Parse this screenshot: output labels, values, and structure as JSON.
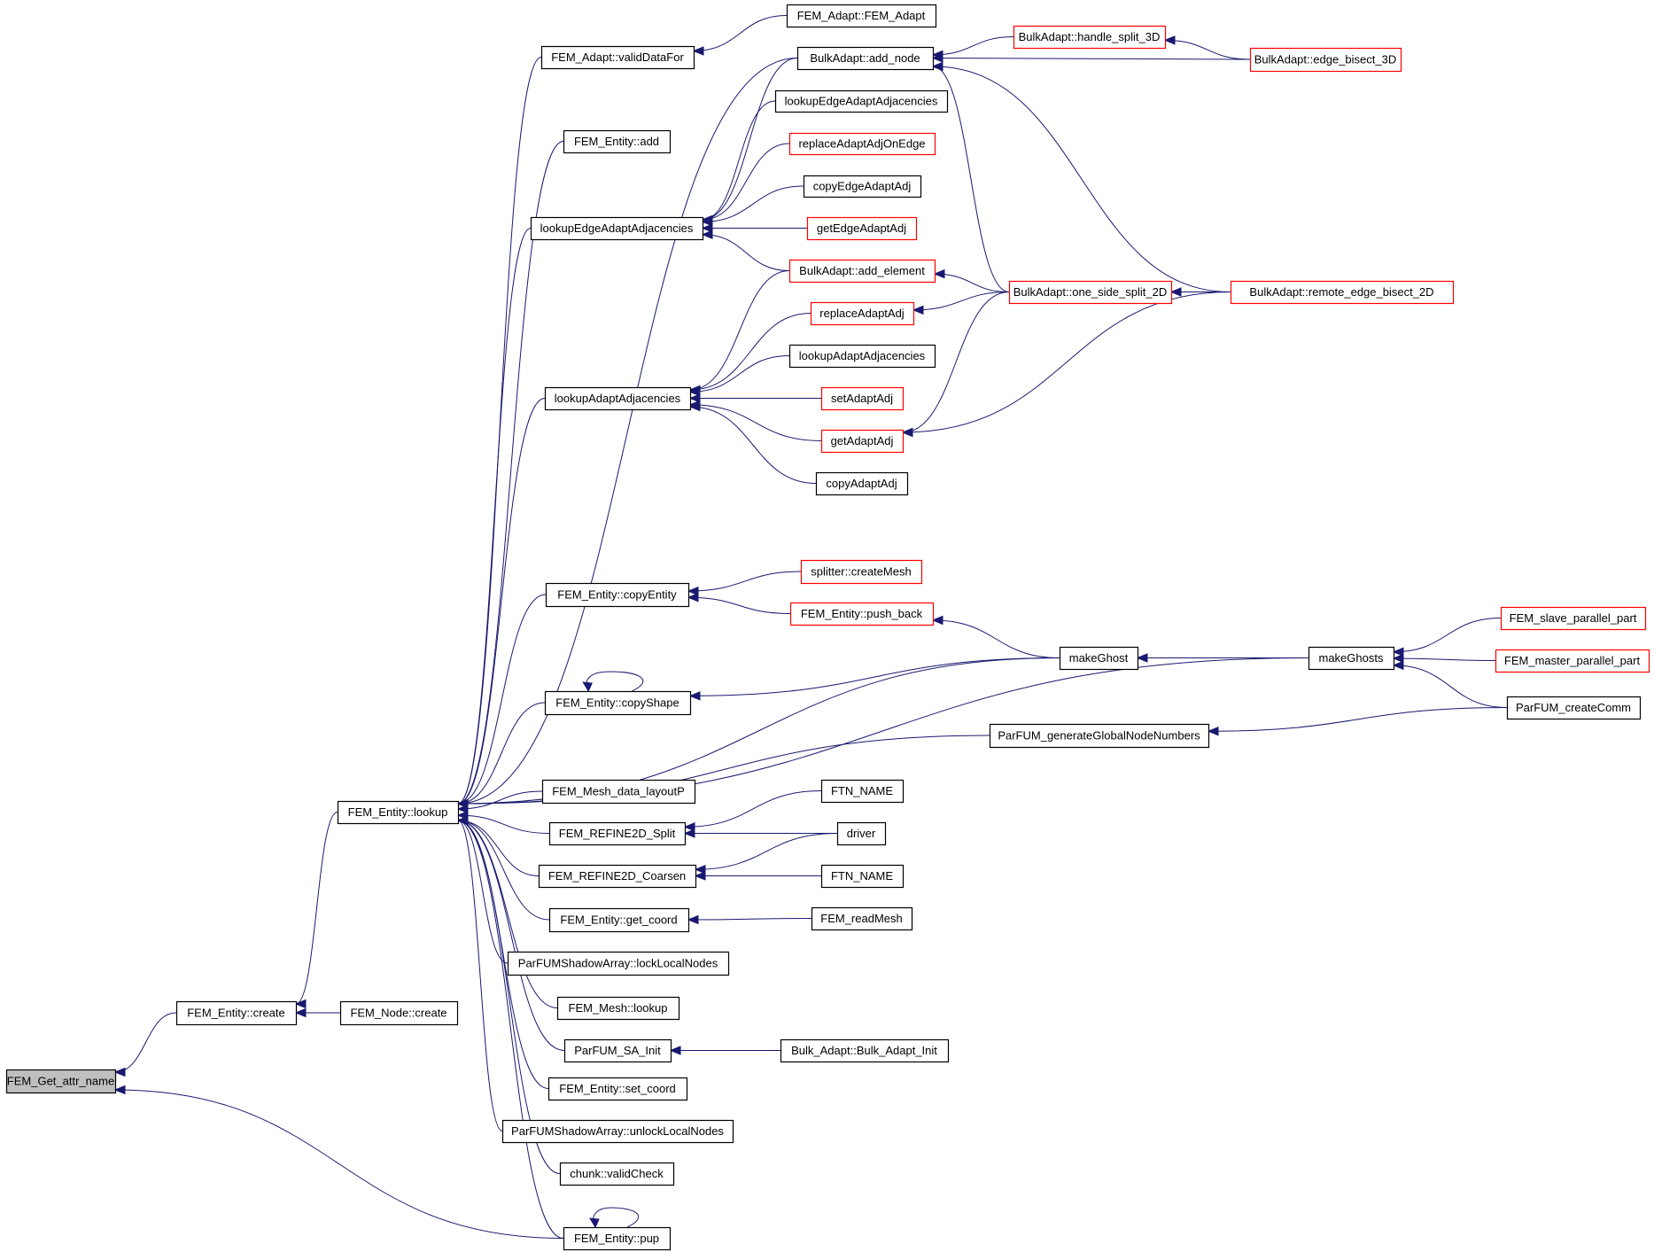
{
  "diagram": {
    "type": "doxygen-caller-graph",
    "focus_node": "FEM_Get_attr_name",
    "colors": {
      "edge": "#191970",
      "focus_fill": "#bfbfbf",
      "normal_border": "#000000",
      "truncated_border": "#ff0000",
      "background": "#ffffff"
    },
    "nodes": [
      {
        "id": "get_attr_name",
        "label": "FEM_Get_attr_name",
        "style": "focus"
      },
      {
        "id": "entity_create",
        "label": "FEM_Entity::create",
        "style": "normal"
      },
      {
        "id": "node_create",
        "label": "FEM_Node::create",
        "style": "normal"
      },
      {
        "id": "entity_lookup",
        "label": "FEM_Entity::lookup",
        "style": "normal"
      },
      {
        "id": "entity_pup",
        "label": "FEM_Entity::pup",
        "style": "normal"
      },
      {
        "id": "adapt_validdatafor",
        "label": "FEM_Adapt::validDataFor",
        "style": "normal"
      },
      {
        "id": "adapt_ctor",
        "label": "FEM_Adapt::FEM_Adapt",
        "style": "normal"
      },
      {
        "id": "entity_add",
        "label": "FEM_Entity::add",
        "style": "normal"
      },
      {
        "id": "bulk_add_node",
        "label": "BulkAdapt::add_node",
        "style": "normal"
      },
      {
        "id": "handle_split_3d",
        "label": "BulkAdapt::handle_split_3D",
        "style": "truncated"
      },
      {
        "id": "edge_bisect_3d",
        "label": "BulkAdapt::edge_bisect_3D",
        "style": "truncated"
      },
      {
        "id": "lookup_edge_adj_l",
        "label": "lookupEdgeAdaptAdjacencies",
        "style": "normal"
      },
      {
        "id": "lookup_edge_adj_r",
        "label": "lookupEdgeAdaptAdjacencies",
        "style": "normal"
      },
      {
        "id": "replace_adj_on_edge",
        "label": "replaceAdaptAdjOnEdge",
        "style": "truncated"
      },
      {
        "id": "copy_edge_adj",
        "label": "copyEdgeAdaptAdj",
        "style": "normal"
      },
      {
        "id": "get_edge_adj",
        "label": "getEdgeAdaptAdj",
        "style": "truncated"
      },
      {
        "id": "bulk_add_element",
        "label": "BulkAdapt::add_element",
        "style": "truncated"
      },
      {
        "id": "one_side_split_2d",
        "label": "BulkAdapt::one_side_split_2D",
        "style": "truncated"
      },
      {
        "id": "remote_edge_bisect_2d",
        "label": "BulkAdapt::remote_edge_bisect_2D",
        "style": "truncated"
      },
      {
        "id": "replace_adj",
        "label": "replaceAdaptAdj",
        "style": "truncated"
      },
      {
        "id": "lookup_adj_l",
        "label": "lookupAdaptAdjacencies",
        "style": "normal"
      },
      {
        "id": "lookup_adj_r",
        "label": "lookupAdaptAdjacencies",
        "style": "normal"
      },
      {
        "id": "set_adj",
        "label": "setAdaptAdj",
        "style": "truncated"
      },
      {
        "id": "get_adj",
        "label": "getAdaptAdj",
        "style": "truncated"
      },
      {
        "id": "copy_adj",
        "label": "copyAdaptAdj",
        "style": "normal"
      },
      {
        "id": "copy_entity",
        "label": "FEM_Entity::copyEntity",
        "style": "normal"
      },
      {
        "id": "splitter_createmesh",
        "label": "splitter::createMesh",
        "style": "truncated"
      },
      {
        "id": "push_back",
        "label": "FEM_Entity::push_back",
        "style": "truncated"
      },
      {
        "id": "make_ghost",
        "label": "makeGhost",
        "style": "normal"
      },
      {
        "id": "make_ghosts",
        "label": "makeGhosts",
        "style": "normal"
      },
      {
        "id": "slave_parallel_part",
        "label": "FEM_slave_parallel_part",
        "style": "truncated"
      },
      {
        "id": "master_parallel_part",
        "label": "FEM_master_parallel_part",
        "style": "truncated"
      },
      {
        "id": "create_comm",
        "label": "ParFUM_createComm",
        "style": "normal"
      },
      {
        "id": "copy_shape",
        "label": "FEM_Entity::copyShape",
        "style": "normal"
      },
      {
        "id": "gen_global_node_numbers",
        "label": "ParFUM_generateGlobalNodeNumbers",
        "style": "normal"
      },
      {
        "id": "mesh_data_layoutp",
        "label": "FEM_Mesh_data_layoutP",
        "style": "normal"
      },
      {
        "id": "refine_split",
        "label": "FEM_REFINE2D_Split",
        "style": "normal"
      },
      {
        "id": "ftn_name_1",
        "label": "FTN_NAME",
        "style": "normal"
      },
      {
        "id": "driver",
        "label": "driver",
        "style": "normal"
      },
      {
        "id": "refine_coarsen",
        "label": "FEM_REFINE2D_Coarsen",
        "style": "normal"
      },
      {
        "id": "ftn_name_2",
        "label": "FTN_NAME",
        "style": "normal"
      },
      {
        "id": "get_coord",
        "label": "FEM_Entity::get_coord",
        "style": "normal"
      },
      {
        "id": "read_mesh",
        "label": "FEM_readMesh",
        "style": "normal"
      },
      {
        "id": "lock_local_nodes",
        "label": "ParFUMShadowArray::lockLocalNodes",
        "style": "normal"
      },
      {
        "id": "mesh_lookup",
        "label": "FEM_Mesh::lookup",
        "style": "normal"
      },
      {
        "id": "sa_init",
        "label": "ParFUM_SA_Init",
        "style": "normal"
      },
      {
        "id": "bulk_adapt_init",
        "label": "Bulk_Adapt::Bulk_Adapt_Init",
        "style": "normal"
      },
      {
        "id": "set_coord",
        "label": "FEM_Entity::set_coord",
        "style": "normal"
      },
      {
        "id": "unlock_local_nodes",
        "label": "ParFUMShadowArray::unlockLocalNodes",
        "style": "normal"
      },
      {
        "id": "valid_check",
        "label": "chunk::validCheck",
        "style": "normal"
      }
    ],
    "edges": [
      {
        "from": "entity_create",
        "to": "get_attr_name"
      },
      {
        "from": "entity_pup",
        "to": "get_attr_name"
      },
      {
        "from": "node_create",
        "to": "entity_create"
      },
      {
        "from": "entity_lookup",
        "to": "entity_create"
      },
      {
        "from": "entity_pup",
        "to": "entity_pup"
      },
      {
        "from": "copy_shape",
        "to": "copy_shape"
      },
      {
        "from": "adapt_validdatafor",
        "to": "entity_lookup"
      },
      {
        "from": "entity_add",
        "to": "entity_lookup"
      },
      {
        "from": "bulk_add_node",
        "to": "entity_lookup"
      },
      {
        "from": "lookup_edge_adj_l",
        "to": "entity_lookup"
      },
      {
        "from": "lookup_adj_l",
        "to": "entity_lookup"
      },
      {
        "from": "make_ghosts",
        "to": "entity_lookup"
      },
      {
        "from": "copy_entity",
        "to": "entity_lookup"
      },
      {
        "from": "make_ghost",
        "to": "entity_lookup"
      },
      {
        "from": "copy_shape",
        "to": "entity_lookup"
      },
      {
        "from": "gen_global_node_numbers",
        "to": "entity_lookup"
      },
      {
        "from": "mesh_data_layoutp",
        "to": "entity_lookup"
      },
      {
        "from": "refine_split",
        "to": "entity_lookup"
      },
      {
        "from": "refine_coarsen",
        "to": "entity_lookup"
      },
      {
        "from": "get_coord",
        "to": "entity_lookup"
      },
      {
        "from": "lock_local_nodes",
        "to": "entity_lookup"
      },
      {
        "from": "mesh_lookup",
        "to": "entity_lookup"
      },
      {
        "from": "sa_init",
        "to": "entity_lookup"
      },
      {
        "from": "set_coord",
        "to": "entity_lookup"
      },
      {
        "from": "unlock_local_nodes",
        "to": "entity_lookup"
      },
      {
        "from": "valid_check",
        "to": "entity_lookup"
      },
      {
        "from": "entity_pup",
        "to": "entity_lookup"
      },
      {
        "from": "adapt_ctor",
        "to": "adapt_validdatafor"
      },
      {
        "from": "handle_split_3d",
        "to": "bulk_add_node"
      },
      {
        "from": "edge_bisect_3d",
        "to": "bulk_add_node"
      },
      {
        "from": "one_side_split_2d",
        "to": "bulk_add_node"
      },
      {
        "from": "remote_edge_bisect_2d",
        "to": "bulk_add_node"
      },
      {
        "from": "edge_bisect_3d",
        "to": "handle_split_3d"
      },
      {
        "from": "bulk_add_node",
        "to": "lookup_edge_adj_l"
      },
      {
        "from": "lookup_edge_adj_r",
        "to": "lookup_edge_adj_l"
      },
      {
        "from": "replace_adj_on_edge",
        "to": "lookup_edge_adj_l"
      },
      {
        "from": "copy_edge_adj",
        "to": "lookup_edge_adj_l"
      },
      {
        "from": "get_edge_adj",
        "to": "lookup_edge_adj_l"
      },
      {
        "from": "bulk_add_element",
        "to": "lookup_edge_adj_l"
      },
      {
        "from": "one_side_split_2d",
        "to": "bulk_add_element"
      },
      {
        "from": "remote_edge_bisect_2d",
        "to": "one_side_split_2d"
      },
      {
        "from": "one_side_split_2d",
        "to": "replace_adj"
      },
      {
        "from": "one_side_split_2d",
        "to": "get_adj"
      },
      {
        "from": "remote_edge_bisect_2d",
        "to": "get_adj"
      },
      {
        "from": "bulk_add_element",
        "to": "lookup_adj_l"
      },
      {
        "from": "replace_adj",
        "to": "lookup_adj_l"
      },
      {
        "from": "lookup_adj_r",
        "to": "lookup_adj_l"
      },
      {
        "from": "set_adj",
        "to": "lookup_adj_l"
      },
      {
        "from": "get_adj",
        "to": "lookup_adj_l"
      },
      {
        "from": "copy_adj",
        "to": "lookup_adj_l"
      },
      {
        "from": "splitter_createmesh",
        "to": "copy_entity"
      },
      {
        "from": "push_back",
        "to": "copy_entity"
      },
      {
        "from": "make_ghost",
        "to": "push_back"
      },
      {
        "from": "make_ghost",
        "to": "copy_shape"
      },
      {
        "from": "make_ghosts",
        "to": "make_ghost"
      },
      {
        "from": "slave_parallel_part",
        "to": "make_ghosts"
      },
      {
        "from": "master_parallel_part",
        "to": "make_ghosts"
      },
      {
        "from": "create_comm",
        "to": "make_ghosts"
      },
      {
        "from": "create_comm",
        "to": "gen_global_node_numbers"
      },
      {
        "from": "ftn_name_1",
        "to": "refine_split"
      },
      {
        "from": "driver",
        "to": "refine_split"
      },
      {
        "from": "driver",
        "to": "refine_coarsen"
      },
      {
        "from": "ftn_name_2",
        "to": "refine_coarsen"
      },
      {
        "from": "read_mesh",
        "to": "get_coord"
      },
      {
        "from": "bulk_adapt_init",
        "to": "sa_init"
      }
    ]
  }
}
